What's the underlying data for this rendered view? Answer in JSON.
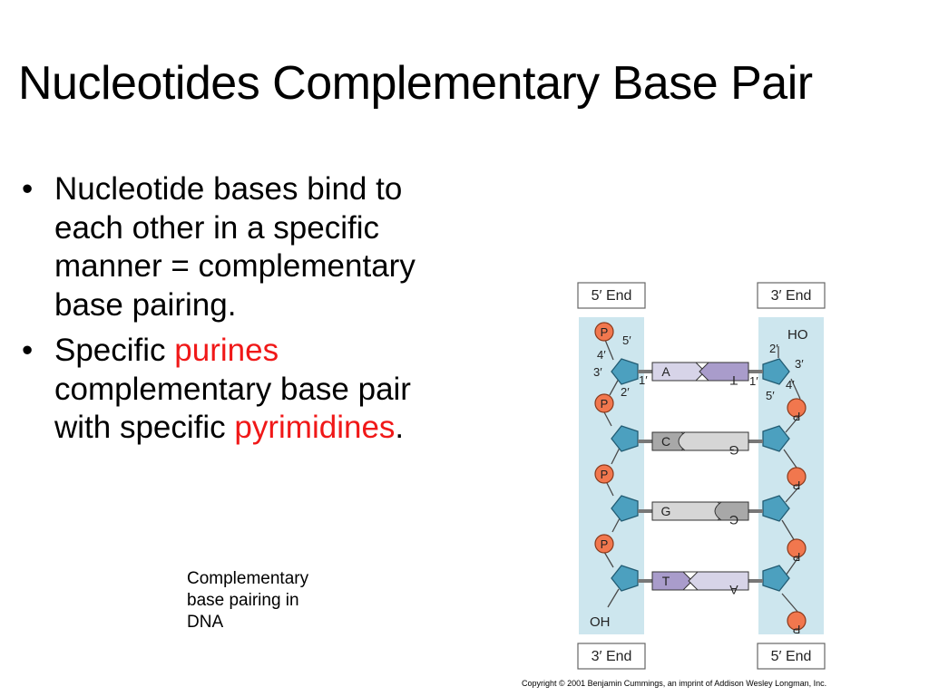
{
  "slide": {
    "title": "Nucleotides Complementary Base Pair",
    "bullets": [
      {
        "lines": [
          [
            {
              "text": "Nucleotide bases bind to",
              "highlight": false
            }
          ],
          [
            {
              "text": "each other in a specific",
              "highlight": false
            }
          ],
          [
            {
              "text": "manner = complementary",
              "highlight": false
            }
          ],
          [
            {
              "text": "base pairing.",
              "highlight": false
            }
          ]
        ]
      },
      {
        "lines": [
          [
            {
              "text": "Specific ",
              "highlight": false
            },
            {
              "text": "purines",
              "highlight": true
            }
          ],
          [
            {
              "text": "complementary base pair",
              "highlight": false
            }
          ],
          [
            {
              "text": "with specific ",
              "highlight": false
            },
            {
              "text": "pyrimidines",
              "highlight": true
            },
            {
              "text": ".",
              "highlight": false
            }
          ]
        ]
      }
    ],
    "bullet_symbol": "•",
    "highlight_color": "#f01818",
    "caption": "Complementary\nbase pairing in\nDNA",
    "copyright": "Copyright © 2001 Benjamin Cummings, an imprint of Addison Wesley Longman, Inc."
  },
  "diagram": {
    "left_top_end": "5′ End",
    "right_top_end": "3′ End",
    "left_bottom_end": "3′ End",
    "right_bottom_end": "5′ End",
    "phosphate_label": "P",
    "left_start_label": "",
    "right_top_label": "HO",
    "left_bottom_label": "OH",
    "carbon_labels": {
      "left_five": "5′",
      "left_four": "4′",
      "left_three": "3′",
      "left_two": "2′",
      "left_one": "1′",
      "right_two": "2′",
      "right_three": "3′",
      "right_one": "1′",
      "right_five": "5′",
      "right_four": "4′"
    },
    "base_pairs": [
      {
        "left": "A",
        "right": "T",
        "left_color": "#d7d4e8",
        "right_color": "#a99ccb"
      },
      {
        "left": "C",
        "right": "G",
        "left_color": "#a8a8a8",
        "right_color": "#d6d6d6"
      },
      {
        "left": "G",
        "right": "C",
        "left_color": "#d6d6d6",
        "right_color": "#a8a8a8"
      },
      {
        "left": "T",
        "right": "A",
        "left_color": "#a99ccb",
        "right_color": "#d7d4e8"
      }
    ],
    "colors": {
      "strand_background": "#cde6ee",
      "sugar": "#4ca0bf",
      "phosphate": "#f1774e"
    }
  }
}
